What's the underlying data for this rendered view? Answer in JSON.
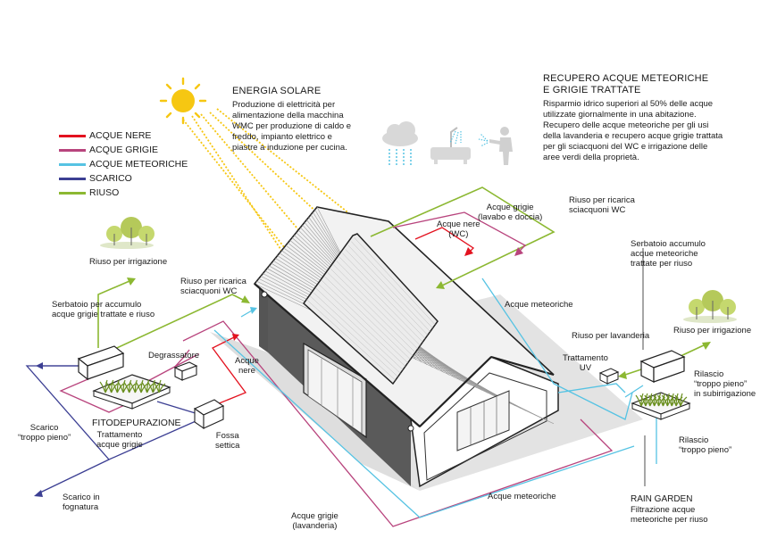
{
  "legend": [
    {
      "label": "ACQUE NERE",
      "color": "#e3121f"
    },
    {
      "label": "ACQUE GRIGIE",
      "color": "#b8447d"
    },
    {
      "label": "ACQUE METEORICHE",
      "color": "#56c3e3"
    },
    {
      "label": "SCARICO",
      "color": "#3c3f93"
    },
    {
      "label": "RIUSO",
      "color": "#8cb832"
    }
  ],
  "solar": {
    "title": "ENERGIA SOLARE",
    "lines": [
      "Produzione di elettricità per",
      "alimentazione della macchina",
      "WMC per produzione di caldo e",
      "freddo, impianto elettrico e",
      "piastre a induzione per cucina."
    ]
  },
  "recovery": {
    "title_lines": [
      "RECUPERO ACQUE METEORICHE",
      "E GRIGIE TRATTATE"
    ],
    "lines": [
      "Risparmio idrico superiori al 50% delle acque",
      "utilizzate giornalmente in una abitazione.",
      "Recupero delle acque meteoriche per gli usi",
      "della lavanderia e recupero acque grigie trattata",
      "per gli sciacquoni del WC e irrigazione delle",
      "aree verdi della proprietà."
    ]
  },
  "icons": [
    "rain-cloud-icon",
    "bathtub-shower-icon",
    "gardener-watering-icon",
    "trees-icon",
    "sun-icon"
  ],
  "labels": {
    "irrigation_left": "Riuso per irrigazione",
    "irrigation_right": "Riuso per irrigazione",
    "tank_left": [
      "Serbatoio per accumulo",
      "acque grigie trattate e riuso"
    ],
    "reuse_wc_left": [
      "Riuso per ricarica",
      "sciacquoni WC"
    ],
    "grease_trap": "Degrassatore",
    "black_water": [
      "Acque",
      "nere"
    ],
    "phyto_title": "FITODEPURAZIONE",
    "phyto_sub": [
      "Trattamento",
      "acque grigie"
    ],
    "septic": [
      "Fossa",
      "settica"
    ],
    "overflow_left": [
      "Scarico",
      "“troppo pieno”"
    ],
    "sewer": [
      "Scarico in",
      "fognatura"
    ],
    "greywater_laundry": [
      "Acque grigie",
      "(lavanderia)"
    ],
    "rainwater_bottom": "Acque meteoriche",
    "rainwater_roof": "Acque meteoriche",
    "greywater_top": [
      "Acque grigie",
      "(lavabo e doccia)"
    ],
    "blackwater_top": [
      "Acque nere",
      "(WC)"
    ],
    "reuse_wc_top": [
      "Riuso per ricarica",
      "sciacquoni WC"
    ],
    "reuse_laundry": "Riuso per lavanderia",
    "uv": [
      "Trattamento",
      "UV"
    ],
    "tank_right": [
      "Serbatoio  accumulo",
      "acque meteoriche",
      "trattate per riuso"
    ],
    "release_sub": [
      "Rilascio",
      "“troppo pieno”",
      "in subirrigazione"
    ],
    "release": [
      "Rilascio",
      "“troppo pieno”"
    ],
    "rain_garden_title": "RAIN GARDEN",
    "rain_garden_sub": [
      "Filtrazione acque",
      "meteoriche per riuso"
    ]
  }
}
